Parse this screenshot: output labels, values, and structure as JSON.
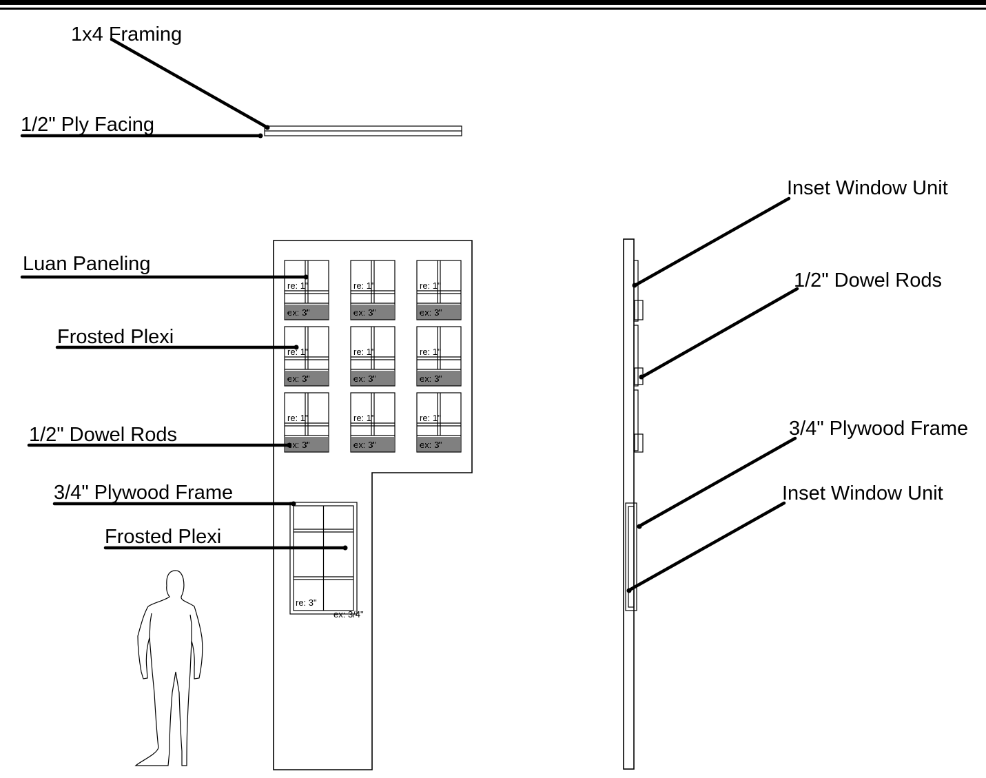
{
  "labels": {
    "framing_1x4": "1x4 Framing",
    "ply_facing": "1/2\" Ply Facing",
    "luan_paneling": "Luan Paneling",
    "frosted_plexi_upper": "Frosted Plexi",
    "dowel_rods_left": "1/2\" Dowel Rods",
    "plywood_frame_left": "3/4\" Plywood Frame",
    "frosted_plexi_lower": "Frosted Plexi",
    "inset_window_unit_upper": "Inset Window Unit",
    "dowel_rods_right": "1/2\" Dowel Rods",
    "plywood_frame_right": "3/4\" Plywood Frame",
    "inset_window_unit_lower": "Inset Window Unit"
  },
  "windows": [
    {
      "re": "re: 1\"",
      "ex": "ex: 3\""
    },
    {
      "re": "re: 1\"",
      "ex": "ex: 3\""
    },
    {
      "re": "re: 1\"",
      "ex": "ex: 3\""
    },
    {
      "re": "re: 1\"",
      "ex": "ex: 3\""
    },
    {
      "re": "re: 1\"",
      "ex": "ex: 3\""
    },
    {
      "re": "re: 1\"",
      "ex": "ex: 3\""
    },
    {
      "re": "re: 1\"",
      "ex": "ex: 3\""
    },
    {
      "re": "re: 1\"",
      "ex": "ex: 3\""
    },
    {
      "re": "re: 1\"",
      "ex": "ex: 3\""
    }
  ],
  "lower_window": {
    "re": "re: 3\"",
    "ex": "ex: 3/4\""
  }
}
